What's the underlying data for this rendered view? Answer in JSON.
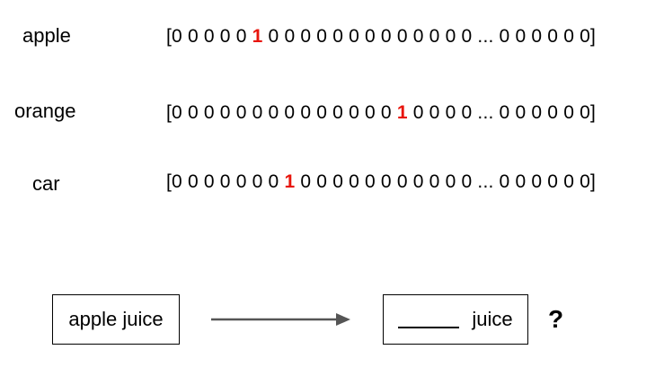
{
  "rows": [
    {
      "word": "apple",
      "prefix": "[0 0 0 0 0 ",
      "hot": "1",
      "suffix": " 0 0 0 0 0 0 0 0 0 0 0 0 0 ... 0 0 0 0 0 0]"
    },
    {
      "word": "orange",
      "prefix": "[0 0 0 0 0 0 0 0 0 0 0 0 0 0 ",
      "hot": "1",
      "suffix": " 0 0 0 0 ... 0 0 0 0 0 0]"
    },
    {
      "word": "car",
      "prefix": "[0 0 0 0 0 0 0 ",
      "hot": "1",
      "suffix": " 0 0 0 0 0 0 0 0 0 0 0 ... 0 0 0 0 0 0]"
    }
  ],
  "analogy": {
    "left_box": "apple juice",
    "right_box": "juice",
    "question": "?"
  },
  "colors": {
    "highlight": "#e8150c",
    "arrow": "#555555"
  }
}
